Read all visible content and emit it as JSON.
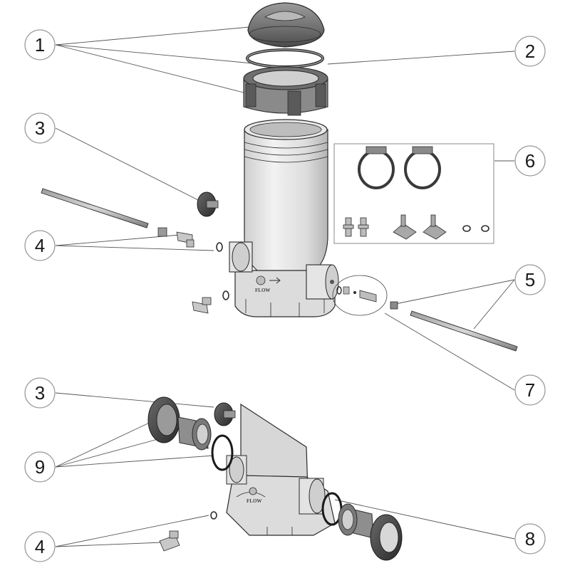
{
  "callouts": [
    "1",
    "2",
    "3",
    "4",
    "5",
    "6",
    "7",
    "8",
    "3",
    "9",
    "4"
  ],
  "body_labels": {
    "flow_upper": "FLOW",
    "flow_lower": "FLOW"
  },
  "colors": {
    "part_fill": "#d9d9d9",
    "part_light": "#ebebeb",
    "part_shade": "#a8a8a8",
    "part_dark": "#3a3a3a",
    "outline": "#2b2b2b",
    "leader": "#555555",
    "callout_stroke": "#9a9a9a"
  }
}
